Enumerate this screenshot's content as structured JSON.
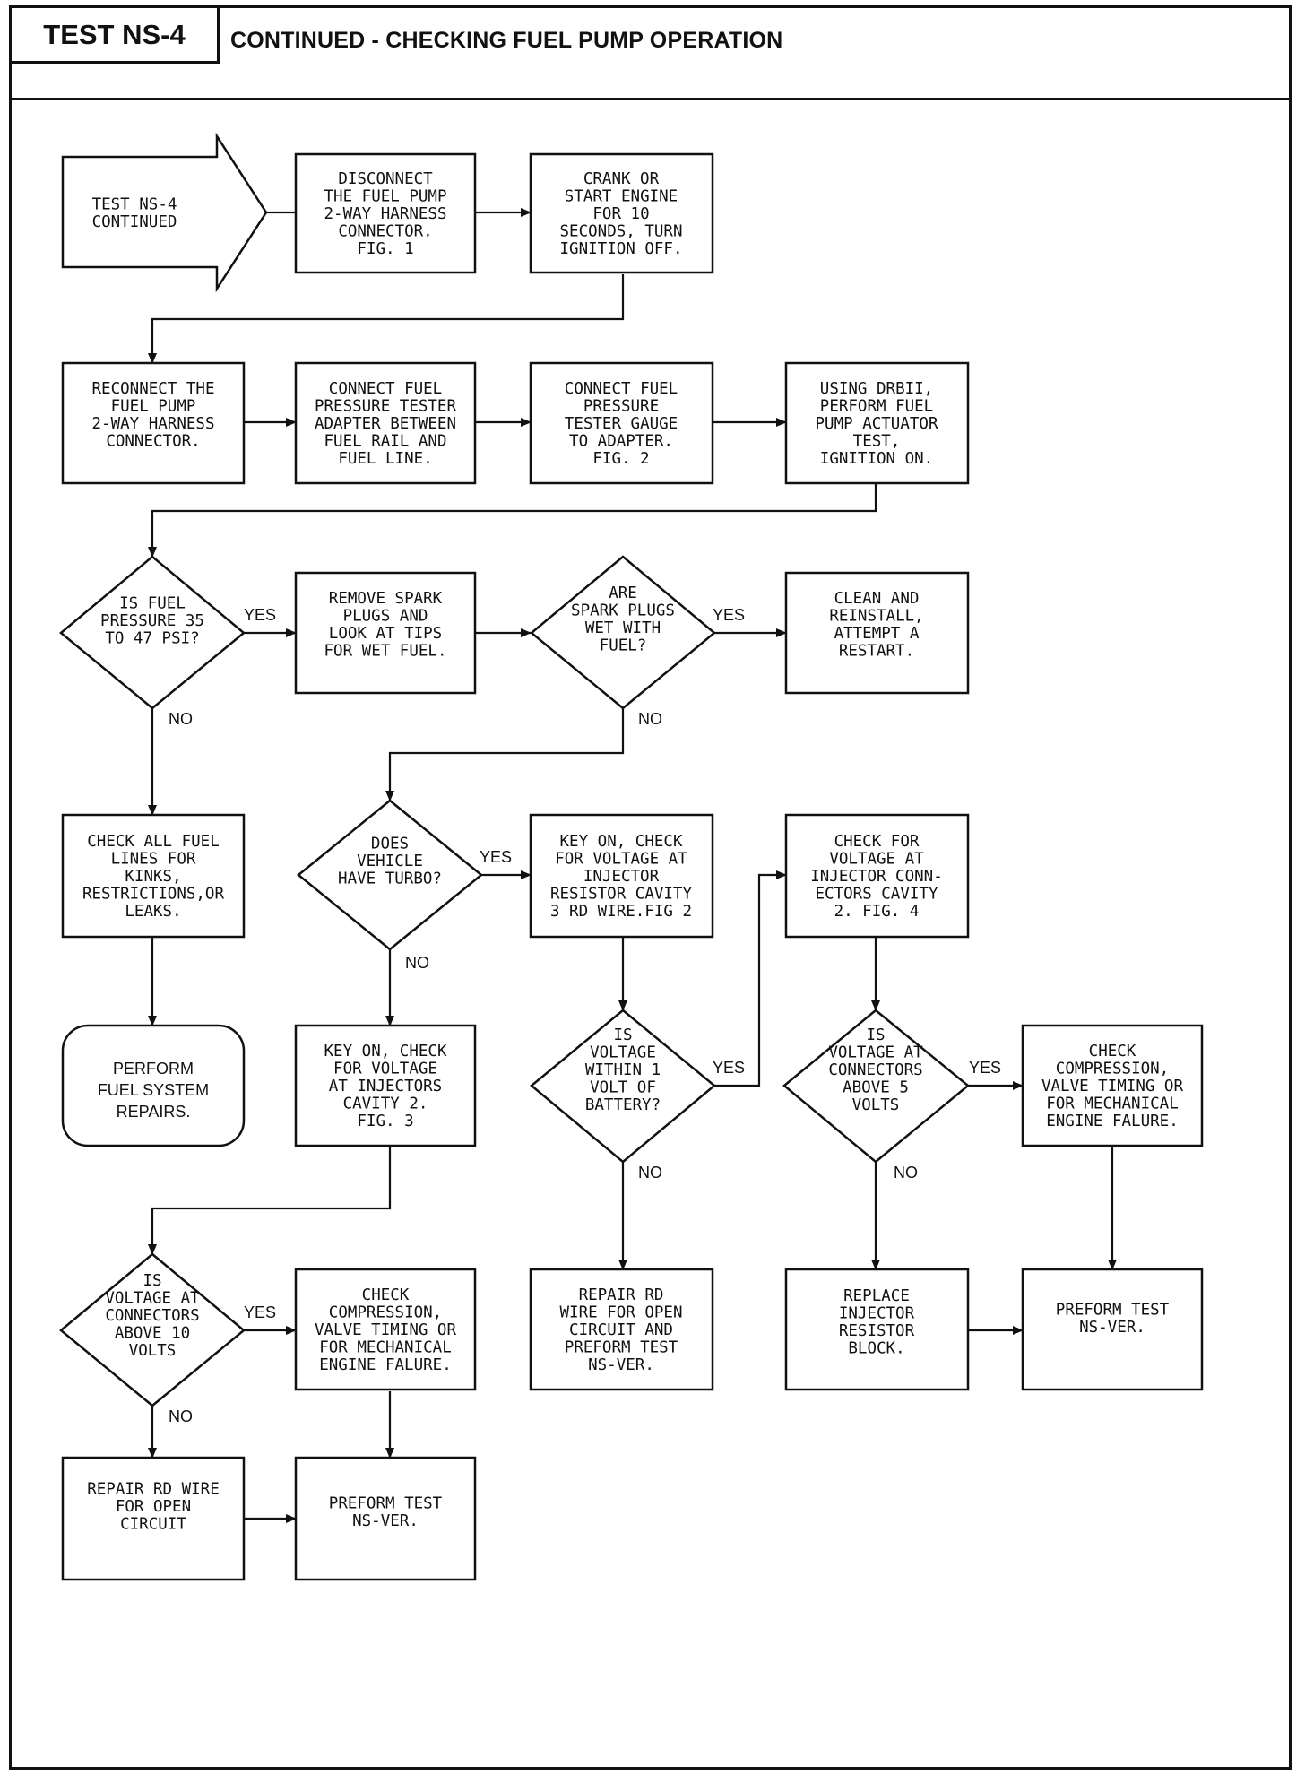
{
  "header": {
    "test_id": "TEST NS-4",
    "title": "CONTINUED - CHECKING FUEL PUMP OPERATION"
  },
  "labels": {
    "yes": "YES",
    "no": "NO"
  },
  "nodes": [
    {
      "id": "start",
      "lines": [
        "TEST NS-4",
        "CONTINUED"
      ]
    },
    {
      "id": "disconnect",
      "lines": [
        "DISCONNECT",
        "THE FUEL PUMP",
        "2-WAY HARNESS",
        "CONNECTOR.",
        "FIG. 1"
      ]
    },
    {
      "id": "crank",
      "lines": [
        "CRANK OR",
        "START ENGINE",
        "FOR 10",
        "SECONDS, TURN",
        "IGNITION OFF."
      ]
    },
    {
      "id": "reconnect",
      "lines": [
        "RECONNECT THE",
        "FUEL PUMP",
        "2-WAY HARNESS",
        "CONNECTOR."
      ]
    },
    {
      "id": "connect-adapter",
      "lines": [
        "CONNECT FUEL",
        "PRESSURE TESTER",
        "ADAPTER BETWEEN",
        "FUEL RAIL AND",
        "FUEL LINE."
      ]
    },
    {
      "id": "connect-gauge",
      "lines": [
        "CONNECT FUEL",
        "PRESSURE",
        "TESTER GAUGE",
        "TO ADAPTER.",
        "FIG. 2"
      ]
    },
    {
      "id": "drbii",
      "lines": [
        "USING DRBII,",
        "PERFORM FUEL",
        "PUMP ACTUATOR",
        "TEST,",
        "IGNITION ON."
      ]
    },
    {
      "id": "q-pressure",
      "lines": [
        "IS FUEL",
        "PRESSURE 35",
        "TO 47 PSI?"
      ]
    },
    {
      "id": "remove-plugs",
      "lines": [
        "REMOVE SPARK",
        "PLUGS AND",
        "LOOK AT TIPS",
        "FOR WET FUEL."
      ]
    },
    {
      "id": "q-wet",
      "lines": [
        "ARE",
        "SPARK PLUGS",
        "WET WITH",
        "FUEL?"
      ]
    },
    {
      "id": "clean",
      "lines": [
        "CLEAN AND",
        "REINSTALL,",
        "ATTEMPT A",
        "RESTART."
      ]
    },
    {
      "id": "check-lines",
      "lines": [
        "CHECK ALL FUEL",
        "LINES FOR",
        "KINKS,",
        "RESTRICTIONS,OR",
        "LEAKS."
      ]
    },
    {
      "id": "q-turbo",
      "lines": [
        "DOES",
        "VEHICLE",
        "HAVE TURBO?"
      ]
    },
    {
      "id": "key-on-3",
      "lines": [
        "KEY ON, CHECK",
        "FOR VOLTAGE AT",
        "INJECTOR",
        "RESISTOR CAVITY",
        "3 RD WIRE.FIG 2"
      ]
    },
    {
      "id": "check-conn-2",
      "lines": [
        "CHECK FOR",
        "VOLTAGE AT",
        "INJECTOR CONN-",
        "ECTORS CAVITY",
        "2. FIG. 4"
      ]
    },
    {
      "id": "fuel-repairs",
      "lines": [
        "PERFORM",
        "FUEL SYSTEM",
        "REPAIRS."
      ]
    },
    {
      "id": "key-on-2",
      "lines": [
        "KEY ON, CHECK",
        "FOR VOLTAGE",
        "AT INJECTORS",
        "CAVITY 2.",
        "FIG. 3"
      ]
    },
    {
      "id": "q-battery",
      "lines": [
        "IS",
        "VOLTAGE",
        "WITHIN 1",
        "VOLT OF",
        "BATTERY?"
      ]
    },
    {
      "id": "q-5v",
      "lines": [
        "IS",
        "VOLTAGE AT",
        "CONNECTORS",
        "ABOVE 5",
        "VOLTS"
      ]
    },
    {
      "id": "comp-right",
      "lines": [
        "CHECK",
        "COMPRESSION,",
        "VALVE TIMING OR",
        "FOR MECHANICAL",
        "ENGINE FALURE."
      ]
    },
    {
      "id": "q-10v",
      "lines": [
        "IS",
        "VOLTAGE AT",
        "CONNECTORS",
        "ABOVE 10",
        "VOLTS"
      ]
    },
    {
      "id": "comp-left",
      "lines": [
        "CHECK",
        "COMPRESSION,",
        "VALVE TIMING OR",
        "FOR MECHANICAL",
        "ENGINE FALURE."
      ]
    },
    {
      "id": "repair-rd-test",
      "lines": [
        "REPAIR RD",
        "WIRE FOR OPEN",
        "CIRCUIT AND",
        "PREFORM TEST",
        "NS-VER."
      ]
    },
    {
      "id": "replace-block",
      "lines": [
        "REPLACE",
        "INJECTOR",
        "RESISTOR",
        "BLOCK."
      ]
    },
    {
      "id": "ver-right",
      "lines": [
        "PREFORM TEST",
        "NS-VER."
      ]
    },
    {
      "id": "repair-rd",
      "lines": [
        "REPAIR RD WIRE",
        "FOR OPEN",
        "CIRCUIT"
      ]
    },
    {
      "id": "ver-left",
      "lines": [
        "PREFORM TEST",
        "NS-VER."
      ]
    }
  ]
}
